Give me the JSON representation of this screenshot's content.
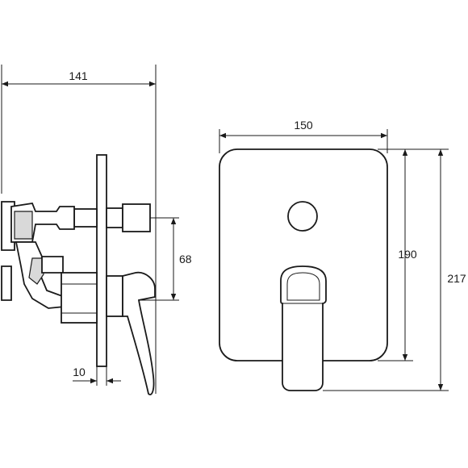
{
  "dimensions": {
    "side_total_width": "141",
    "handle_offset": "68",
    "plate_thickness": "10",
    "front_plate_width": "150",
    "front_plate_height": "190",
    "front_total_height": "217"
  },
  "colors": {
    "line": "#1a1a1a",
    "background": "#ffffff",
    "shade": "#d9d9d9"
  }
}
